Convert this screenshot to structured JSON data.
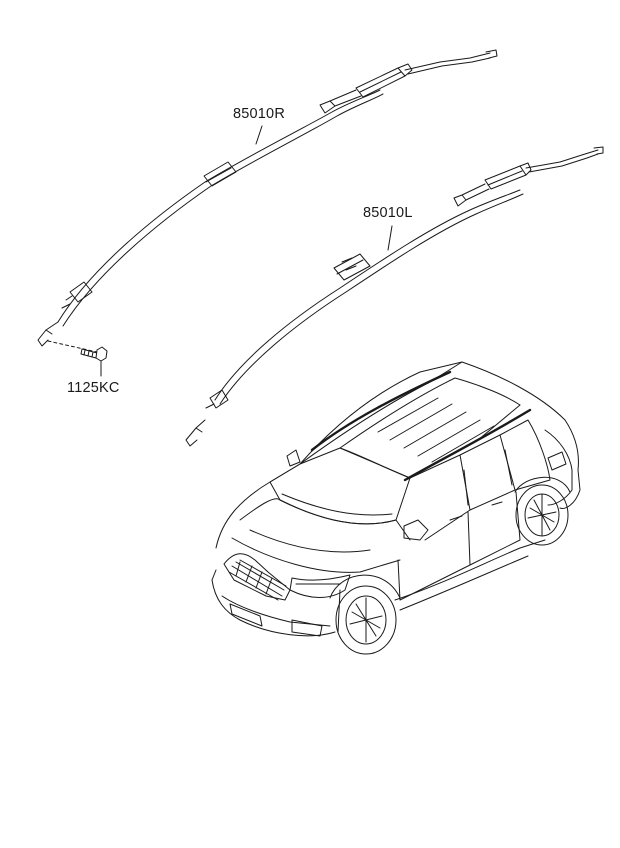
{
  "labels": {
    "curtain_airbag_right": "85010R",
    "curtain_airbag_left": "85010L",
    "bolt": "1125KC"
  },
  "colors": {
    "line": "#1a1a1a",
    "background": "#ffffff"
  }
}
